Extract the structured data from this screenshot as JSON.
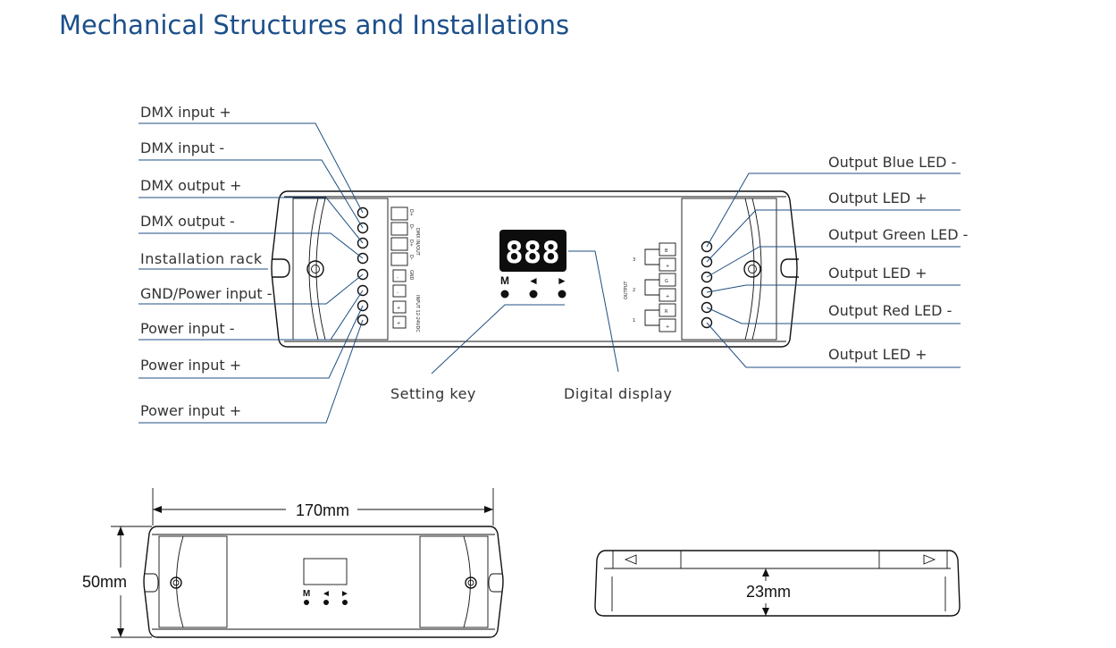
{
  "title": "Mechanical Structures and Installations",
  "left_labels": [
    "DMX input +",
    "DMX input -",
    "DMX output +",
    "DMX output -",
    "Installation rack",
    "GND/Power input -",
    "Power input -",
    "Power input +",
    "Power input +"
  ],
  "right_labels": [
    "Output Blue LED -",
    "Output LED +",
    "Output Green LED -",
    "Output LED +",
    "Output Red LED -",
    "Output LED +"
  ],
  "bottom_labels": {
    "setting_key": "Setting key",
    "digital_display": "Digital display"
  },
  "display": {
    "digits": "888",
    "buttons": [
      "M",
      "◄",
      "►"
    ]
  },
  "terminal_text": {
    "dmx_pins": [
      "D+",
      "D-",
      "D+",
      "D-"
    ],
    "dmx_caption": "DMX IN/OUT",
    "gnd": "GND",
    "power_caption": "INPUT 12-24VDC",
    "minus": "-",
    "plus": "+",
    "out_channels": [
      "3",
      "2",
      "1"
    ],
    "out_letters": [
      "B",
      "G",
      "R"
    ],
    "out_caption": "OUTPUT"
  },
  "dimensions": {
    "length": "170mm",
    "width": "50mm",
    "height": "23mm"
  }
}
